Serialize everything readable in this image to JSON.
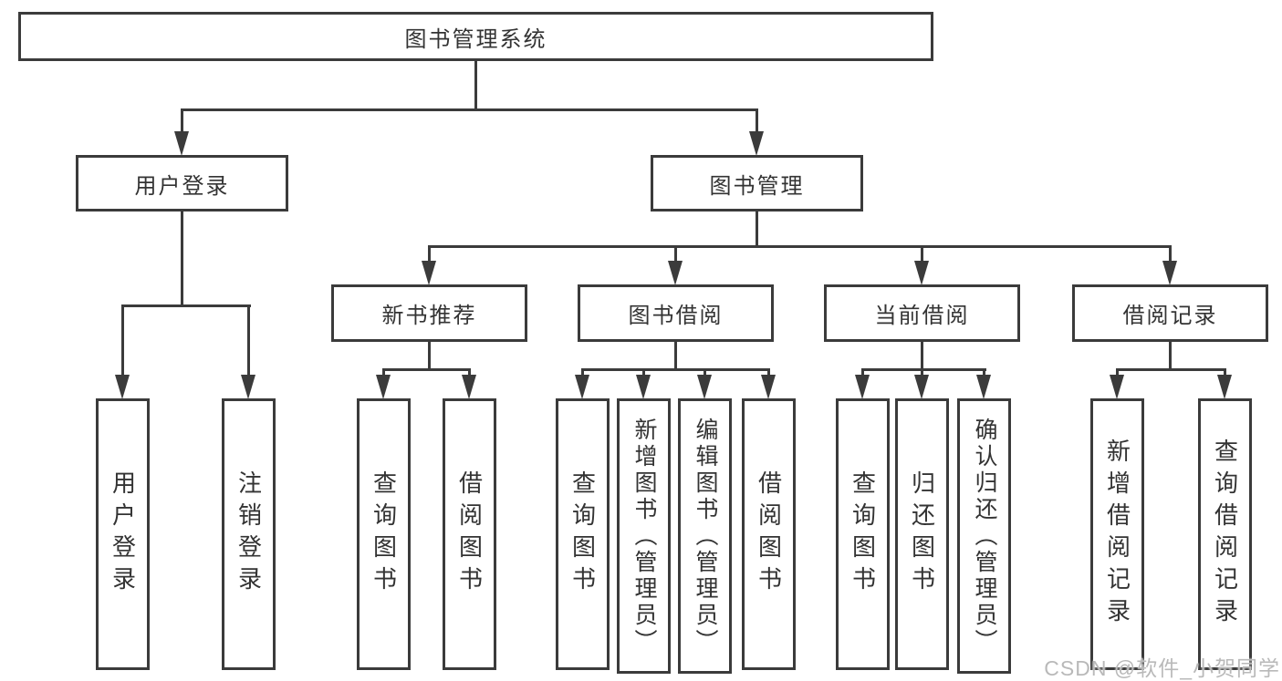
{
  "diagram": {
    "type": "tree",
    "nodes": {
      "root": "图书管理系统",
      "user_login": "用户登录",
      "book_mgmt": "图书管理",
      "new_book_rec": "新书推荐",
      "book_borrow": "图书借阅",
      "current_borrow": "当前借阅",
      "borrow_records": "借阅记录",
      "leaves": {
        "user_login_1": "用户登录",
        "user_login_2": "注销登录",
        "new_book_1": "查询图书",
        "new_book_2": "借阅图书",
        "borrow_1": "查询图书",
        "borrow_2": "新增图书（管理员）",
        "borrow_3": "编辑图书（管理员）",
        "borrow_4": "借阅图书",
        "current_1": "查询图书",
        "current_2": "归还图书",
        "current_3": "确认归还（管理员）",
        "records_1": "新增借阅记录",
        "records_2": "查询借阅记录"
      }
    },
    "edges": [
      [
        "图书管理系统",
        "用户登录"
      ],
      [
        "图书管理系统",
        "图书管理"
      ],
      [
        "用户登录",
        "用户登录"
      ],
      [
        "用户登录",
        "注销登录"
      ],
      [
        "图书管理",
        "新书推荐"
      ],
      [
        "图书管理",
        "图书借阅"
      ],
      [
        "图书管理",
        "当前借阅"
      ],
      [
        "图书管理",
        "借阅记录"
      ],
      [
        "新书推荐",
        "查询图书"
      ],
      [
        "新书推荐",
        "借阅图书"
      ],
      [
        "图书借阅",
        "查询图书"
      ],
      [
        "图书借阅",
        "新增图书（管理员）"
      ],
      [
        "图书借阅",
        "编辑图书（管理员）"
      ],
      [
        "图书借阅",
        "借阅图书"
      ],
      [
        "当前借阅",
        "查询图书"
      ],
      [
        "当前借阅",
        "归还图书"
      ],
      [
        "当前借阅",
        "确认归还（管理员）"
      ],
      [
        "借阅记录",
        "新增借阅记录"
      ],
      [
        "借阅记录",
        "查询借阅记录"
      ]
    ],
    "colors": {
      "line": "#3b3b3b",
      "text": "#333333",
      "background": "#ffffff",
      "watermark": "#b9b9b9"
    },
    "watermark": "CSDN @软件_小贺同学"
  }
}
